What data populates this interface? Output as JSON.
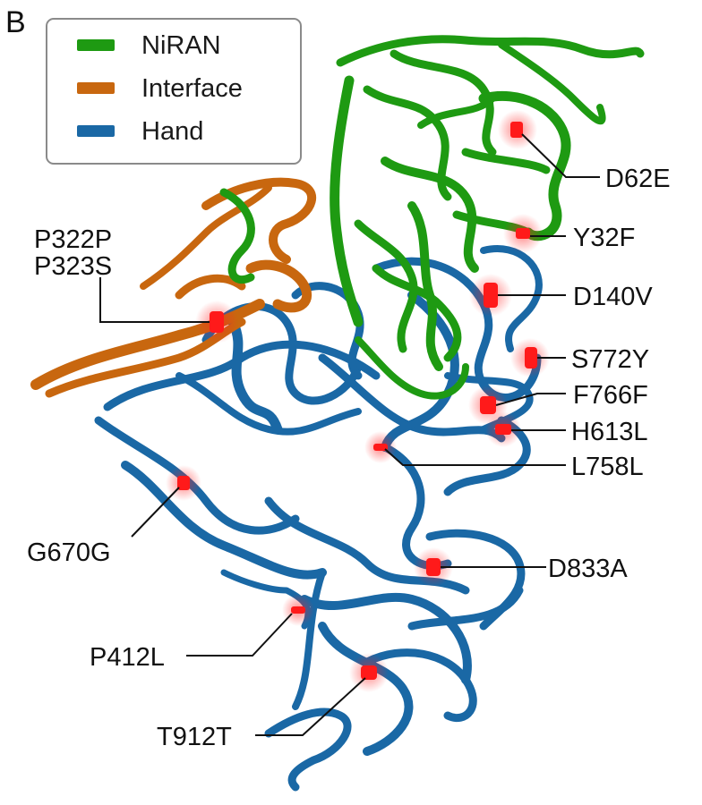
{
  "panel_letter": "B",
  "legend": {
    "items": [
      {
        "label": "NiRAN",
        "color": "#1e9a12"
      },
      {
        "label": "Interface",
        "color": "#c8670f"
      },
      {
        "label": "Hand",
        "color": "#1a68a5"
      }
    ]
  },
  "colors": {
    "niran": "#1e9a12",
    "interface": "#c8670f",
    "hand": "#1a68a5",
    "mutation": "#ff1a1a",
    "leader": "#111111"
  },
  "mutations": [
    {
      "id": "d62e",
      "label": "D62E"
    },
    {
      "id": "y32f",
      "label": "Y32F"
    },
    {
      "id": "d140v",
      "label": "D140V"
    },
    {
      "id": "s772y",
      "label": "S772Y"
    },
    {
      "id": "f766f",
      "label": "F766F"
    },
    {
      "id": "h613l",
      "label": "H613L"
    },
    {
      "id": "l758l",
      "label": "L758L"
    },
    {
      "id": "p322p",
      "label": "P322P"
    },
    {
      "id": "p323s",
      "label": "P323S"
    },
    {
      "id": "g670g",
      "label": "G670G"
    },
    {
      "id": "d833a",
      "label": "D833A"
    },
    {
      "id": "p412l",
      "label": "P412L"
    },
    {
      "id": "t912t",
      "label": "T912T"
    }
  ]
}
